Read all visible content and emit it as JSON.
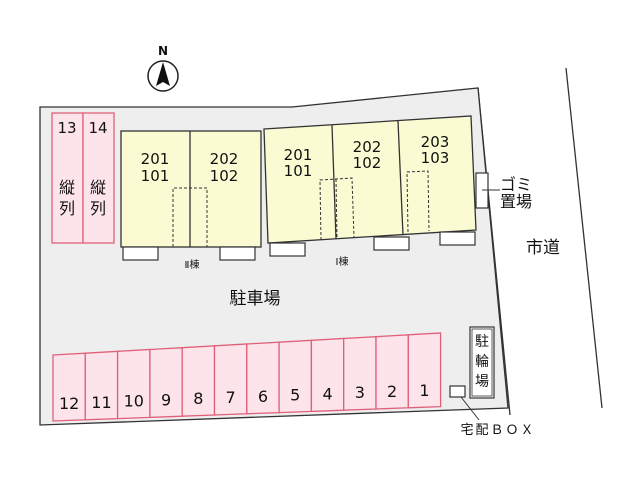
{
  "compass": {
    "label": "N"
  },
  "parking_lot_label": "駐車場",
  "road_label": "市道",
  "garbage_label": [
    "ゴミ",
    "置場"
  ],
  "bicycle_label": [
    "駐",
    "輪",
    "場"
  ],
  "delivery_box_label": "宅配ＢＯＸ",
  "building_2": {
    "label": "Ⅱ棟",
    "units": [
      {
        "upper": "201",
        "lower": "101"
      },
      {
        "upper": "202",
        "lower": "102"
      }
    ]
  },
  "building_1": {
    "label": "Ⅰ棟",
    "units": [
      {
        "upper": "201",
        "lower": "101"
      },
      {
        "upper": "202",
        "lower": "102"
      },
      {
        "upper": "203",
        "lower": "103"
      }
    ]
  },
  "vertical_spaces": [
    {
      "number": "13",
      "kind": [
        "縦",
        "列"
      ]
    },
    {
      "number": "14",
      "kind": [
        "縦",
        "列"
      ]
    }
  ],
  "parking_spaces_bottom": [
    "12",
    "11",
    "10",
    "9",
    "8",
    "7",
    "6",
    "5",
    "4",
    "3",
    "2",
    "1"
  ],
  "colors": {
    "ground": "#eeeeee",
    "building_fill": "#fbfbd3",
    "parking_fill": "#fde4ea",
    "parking_stroke": "#e0607a",
    "outline": "#333333"
  }
}
